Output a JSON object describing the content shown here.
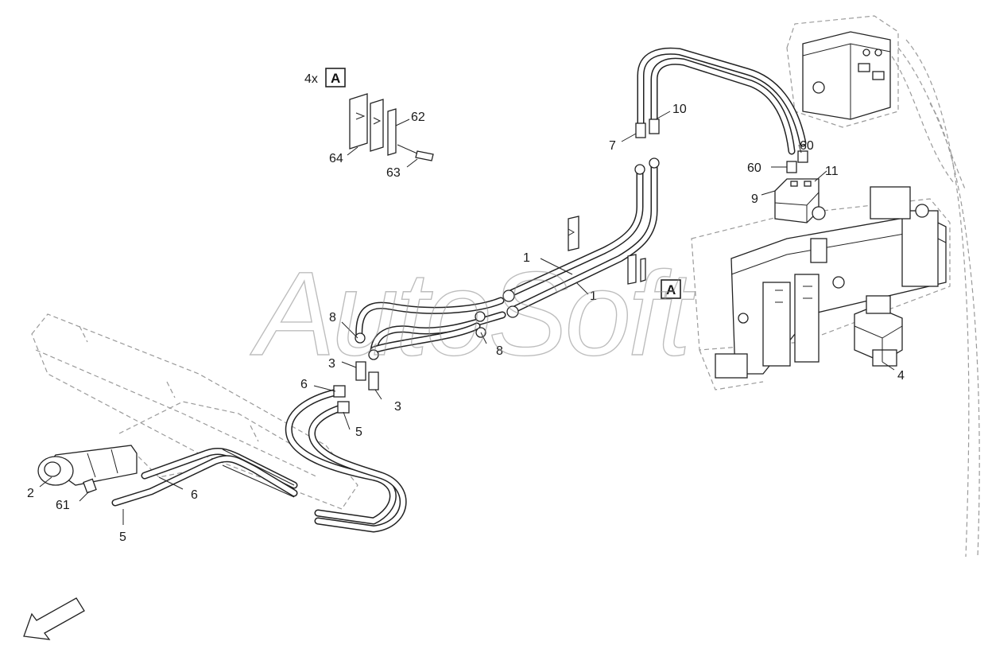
{
  "watermark": "AutoSoft",
  "detail_box": {
    "quantity": "4x",
    "letter": "A"
  },
  "inline_box_letter": "A",
  "labels": [
    {
      "id": "l1a",
      "text": "1"
    },
    {
      "id": "l1b",
      "text": "1"
    },
    {
      "id": "l2",
      "text": "2"
    },
    {
      "id": "l3a",
      "text": "3"
    },
    {
      "id": "l3b",
      "text": "3"
    },
    {
      "id": "l4",
      "text": "4"
    },
    {
      "id": "l5a",
      "text": "5"
    },
    {
      "id": "l5b",
      "text": "5"
    },
    {
      "id": "l6a",
      "text": "6"
    },
    {
      "id": "l6b",
      "text": "6"
    },
    {
      "id": "l7",
      "text": "7"
    },
    {
      "id": "l8a",
      "text": "8"
    },
    {
      "id": "l8b",
      "text": "8"
    },
    {
      "id": "l9",
      "text": "9"
    },
    {
      "id": "l10",
      "text": "10"
    },
    {
      "id": "l11",
      "text": "11"
    },
    {
      "id": "l60a",
      "text": "60"
    },
    {
      "id": "l60b",
      "text": "60"
    },
    {
      "id": "l61",
      "text": "61"
    },
    {
      "id": "l62",
      "text": "62"
    },
    {
      "id": "l63",
      "text": "63"
    },
    {
      "id": "l64",
      "text": "64"
    }
  ],
  "icons": {
    "direction_arrow": "direction-arrow-icon"
  }
}
